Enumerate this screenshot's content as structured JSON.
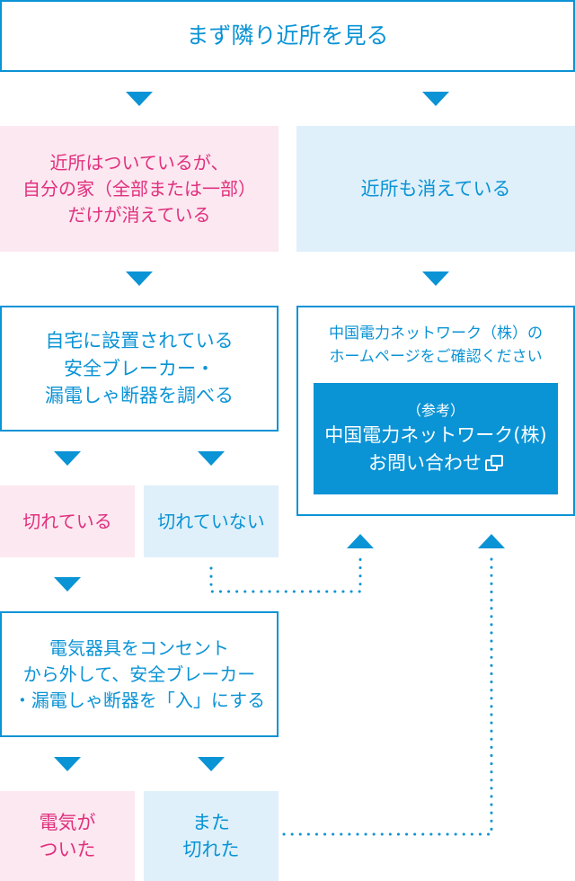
{
  "step1": "まず隣り近所を見る",
  "left1": [
    "近所はついているが、",
    "自分の家（全部または一部）",
    "だけが消えている"
  ],
  "right1": "近所も消えている",
  "step2": [
    "自宅に設置されている",
    "安全ブレーカー・",
    "漏電しゃ断器を調べる"
  ],
  "contact": {
    "lines": [
      "中国電力ネットワーク（株）の",
      "ホームページをご確認ください"
    ],
    "link_sub": "（参考）",
    "link_name": "中国電力ネットワーク(株)",
    "link_action": "お問い合わせ",
    "icon": "external-link-icon"
  },
  "tripped": "切れている",
  "not_tripped": "切れていない",
  "step3": [
    "電気器具をコンセント",
    "から外して、安全ブレーカー",
    "・漏電しゃ断器を「入」にする"
  ],
  "result_on": [
    "電気が",
    "ついた"
  ],
  "result_off": [
    "また",
    "切れた"
  ],
  "colors": {
    "accent": "#0a93d5",
    "pink_text": "#e0307f",
    "pink_bg": "#fce8f0",
    "blue_bg": "#dff0fa"
  }
}
